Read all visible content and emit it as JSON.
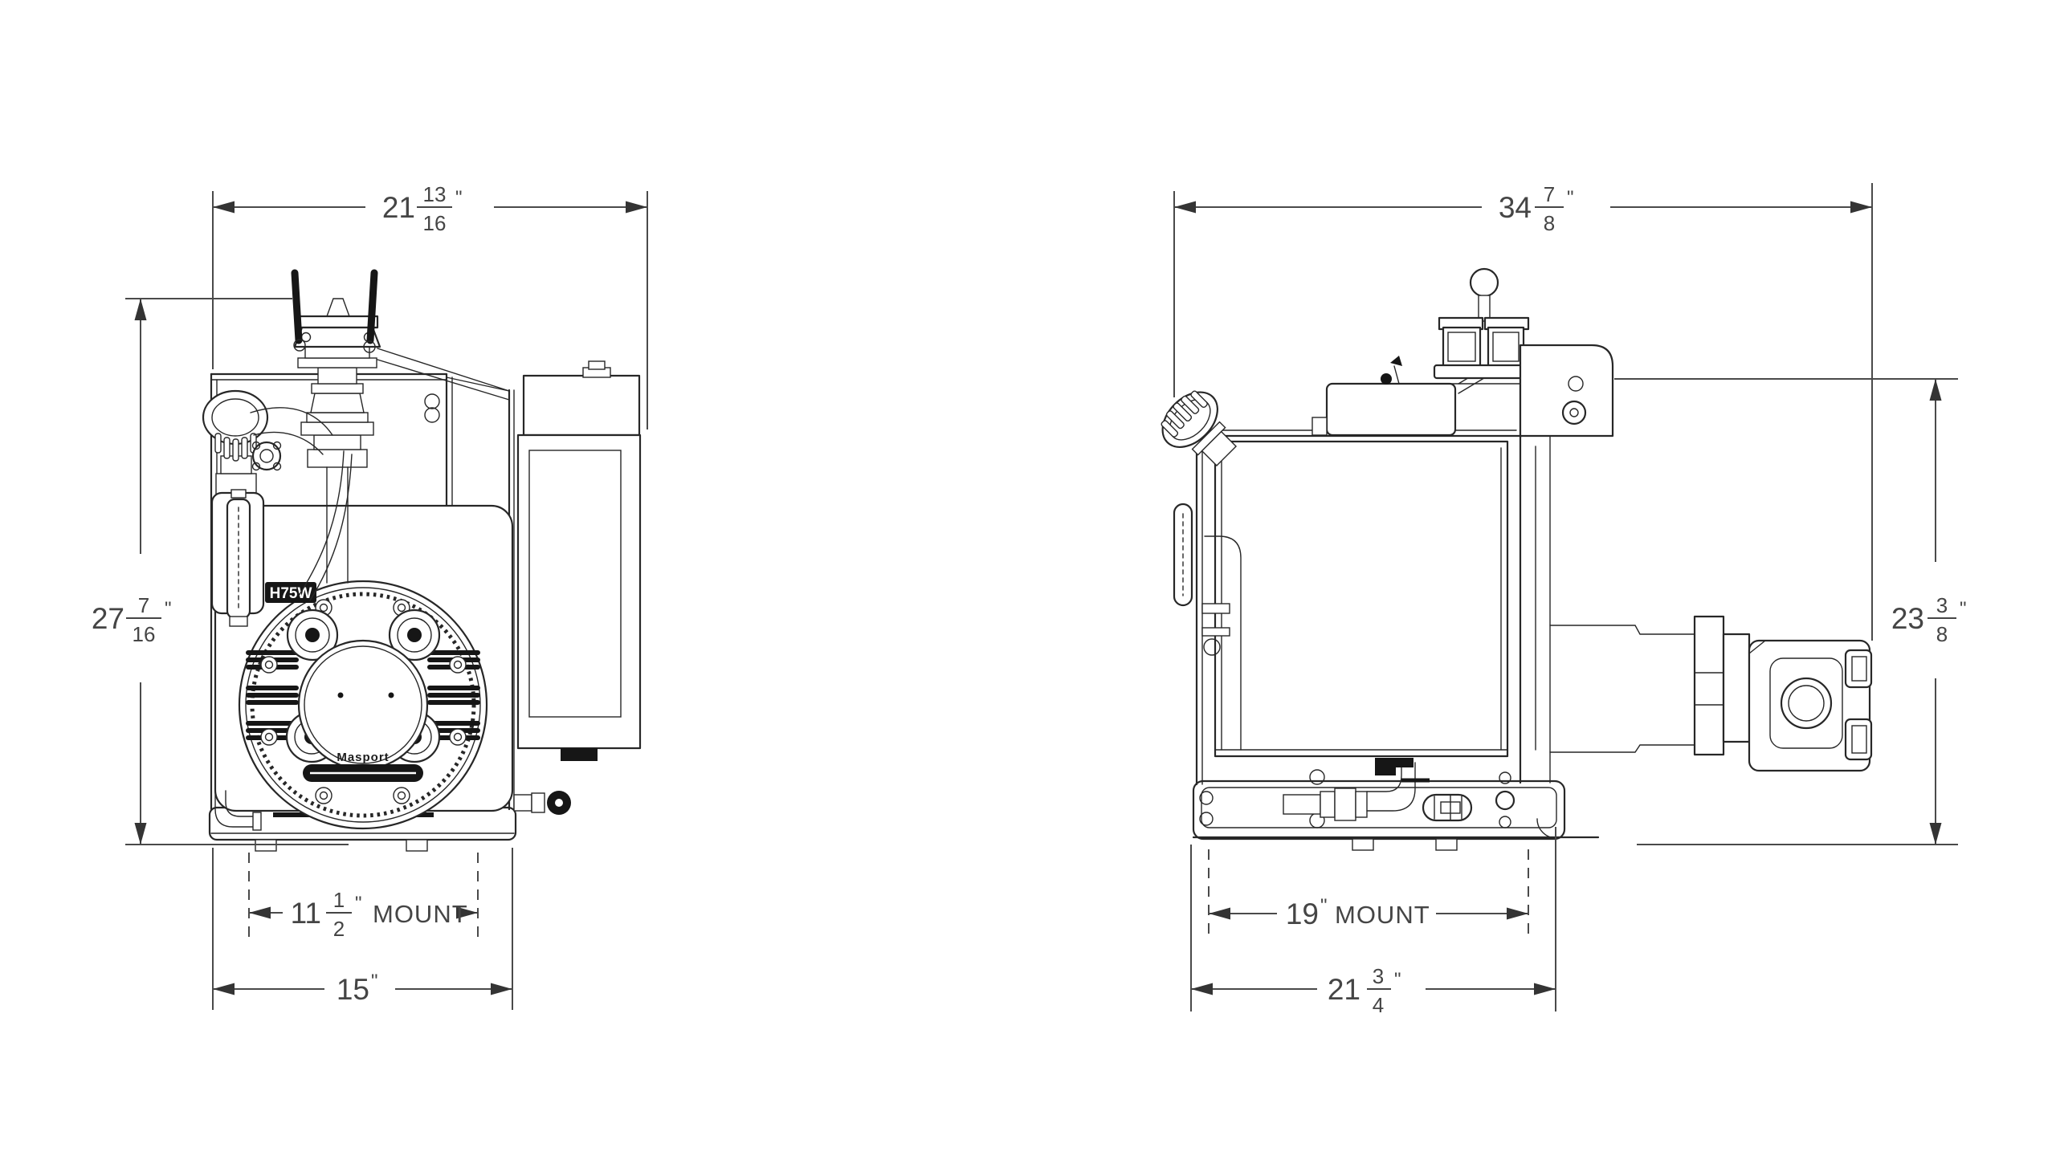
{
  "front_view": {
    "width_dim": {
      "whole": "21",
      "num": "13",
      "den": "16",
      "unit": "\""
    },
    "height_dim": {
      "whole": "27",
      "num": "7",
      "den": "16",
      "unit": "\""
    },
    "mount_dim": {
      "whole": "11",
      "num": "1",
      "den": "2",
      "unit": "\"",
      "label": "MOUNT"
    },
    "base_dim": {
      "whole": "15",
      "unit": "\""
    },
    "model_label": "H75W",
    "brand_label": "Masport"
  },
  "side_view": {
    "width_dim": {
      "whole": "34",
      "num": "7",
      "den": "8",
      "unit": "\""
    },
    "height_dim": {
      "whole": "23",
      "num": "3",
      "den": "8",
      "unit": "\""
    },
    "mount_dim": {
      "whole": "19",
      "unit": "\"",
      "label": "MOUNT"
    },
    "base_dim": {
      "whole": "21",
      "num": "3",
      "den": "4",
      "unit": "\""
    }
  },
  "colors": {
    "line": "#272727",
    "dimension": "#4a4a4a",
    "background": "#ffffff"
  }
}
